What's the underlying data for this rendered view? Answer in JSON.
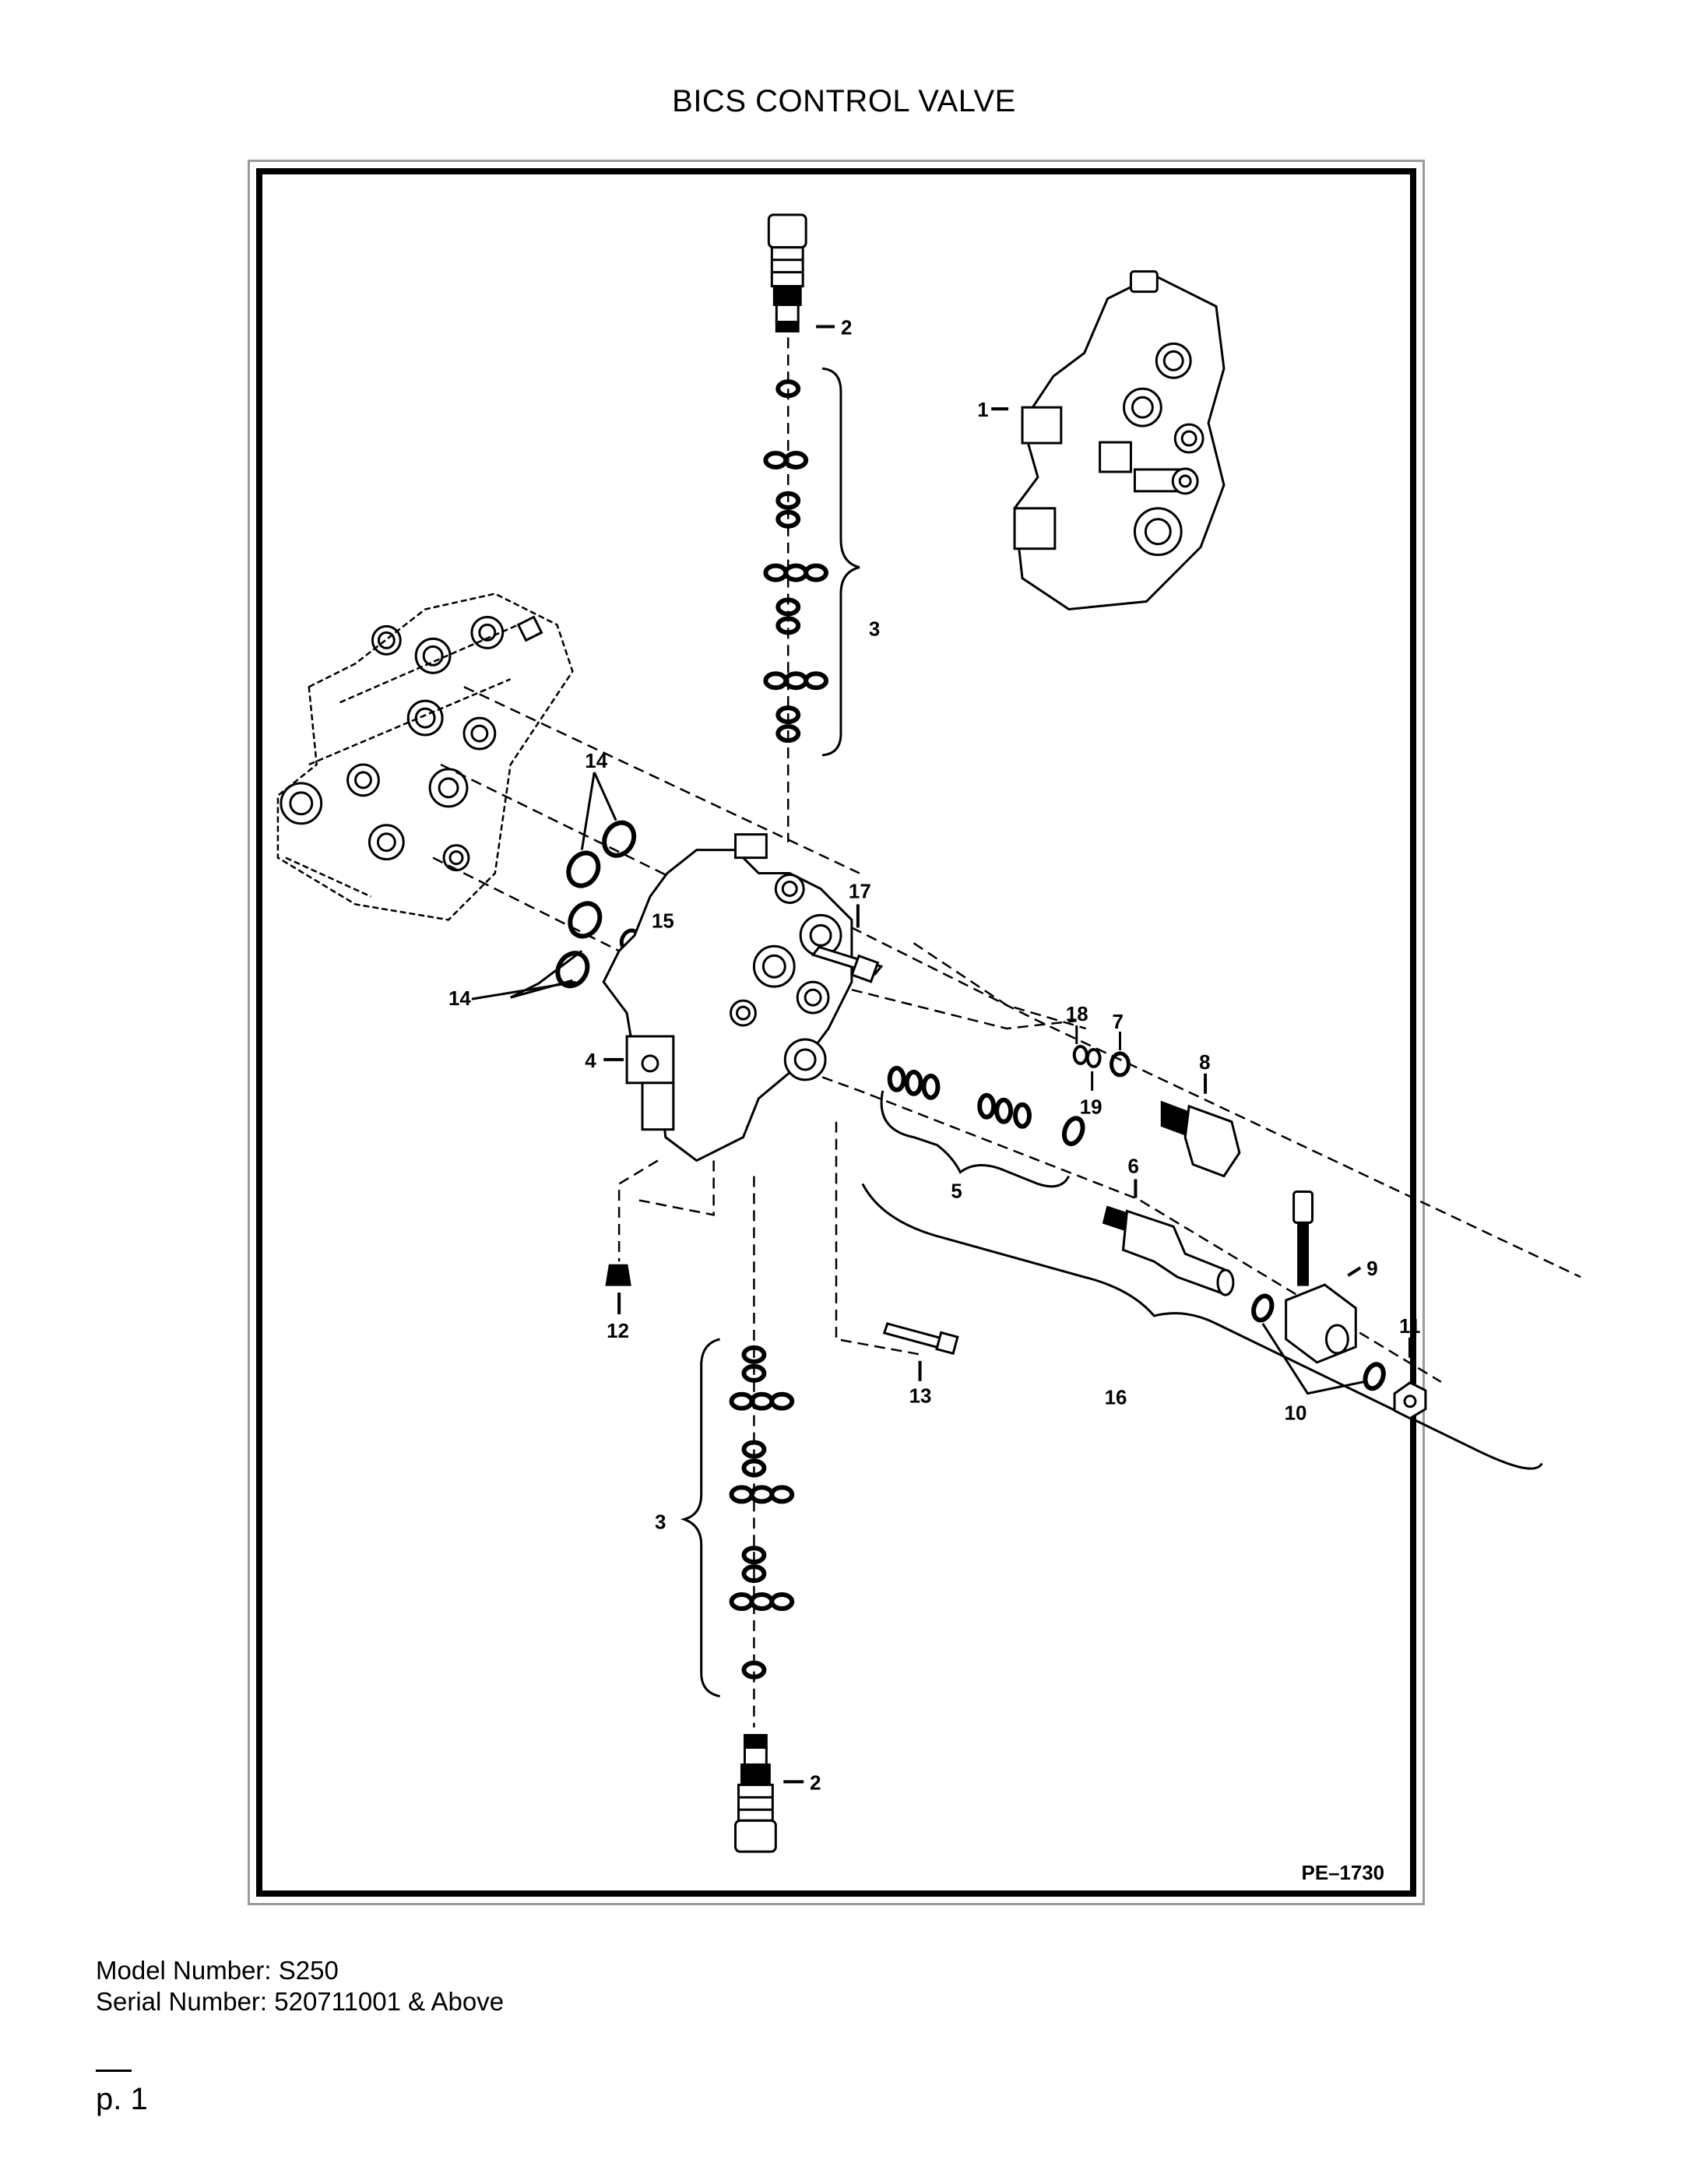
{
  "document": {
    "title": "BICS CONTROL VALVE",
    "drawing_id": "PE–1730",
    "model_number": "Model Number: S250",
    "serial_number": "Serial Number: 520711001 & Above",
    "page_number": "p. 1"
  },
  "callouts": {
    "c1": "1",
    "c2a": "2",
    "c2b": "2",
    "c3a": "3",
    "c3b": "3",
    "c4": "4",
    "c5": "5",
    "c6": "6",
    "c7": "7",
    "c8": "8",
    "c9": "9",
    "c10": "10",
    "c11": "11",
    "c12": "12",
    "c13": "13",
    "c14a": "14",
    "c14b": "14",
    "c15": "15",
    "c16": "16",
    "c17": "17",
    "c18": "18",
    "c19": "19"
  }
}
